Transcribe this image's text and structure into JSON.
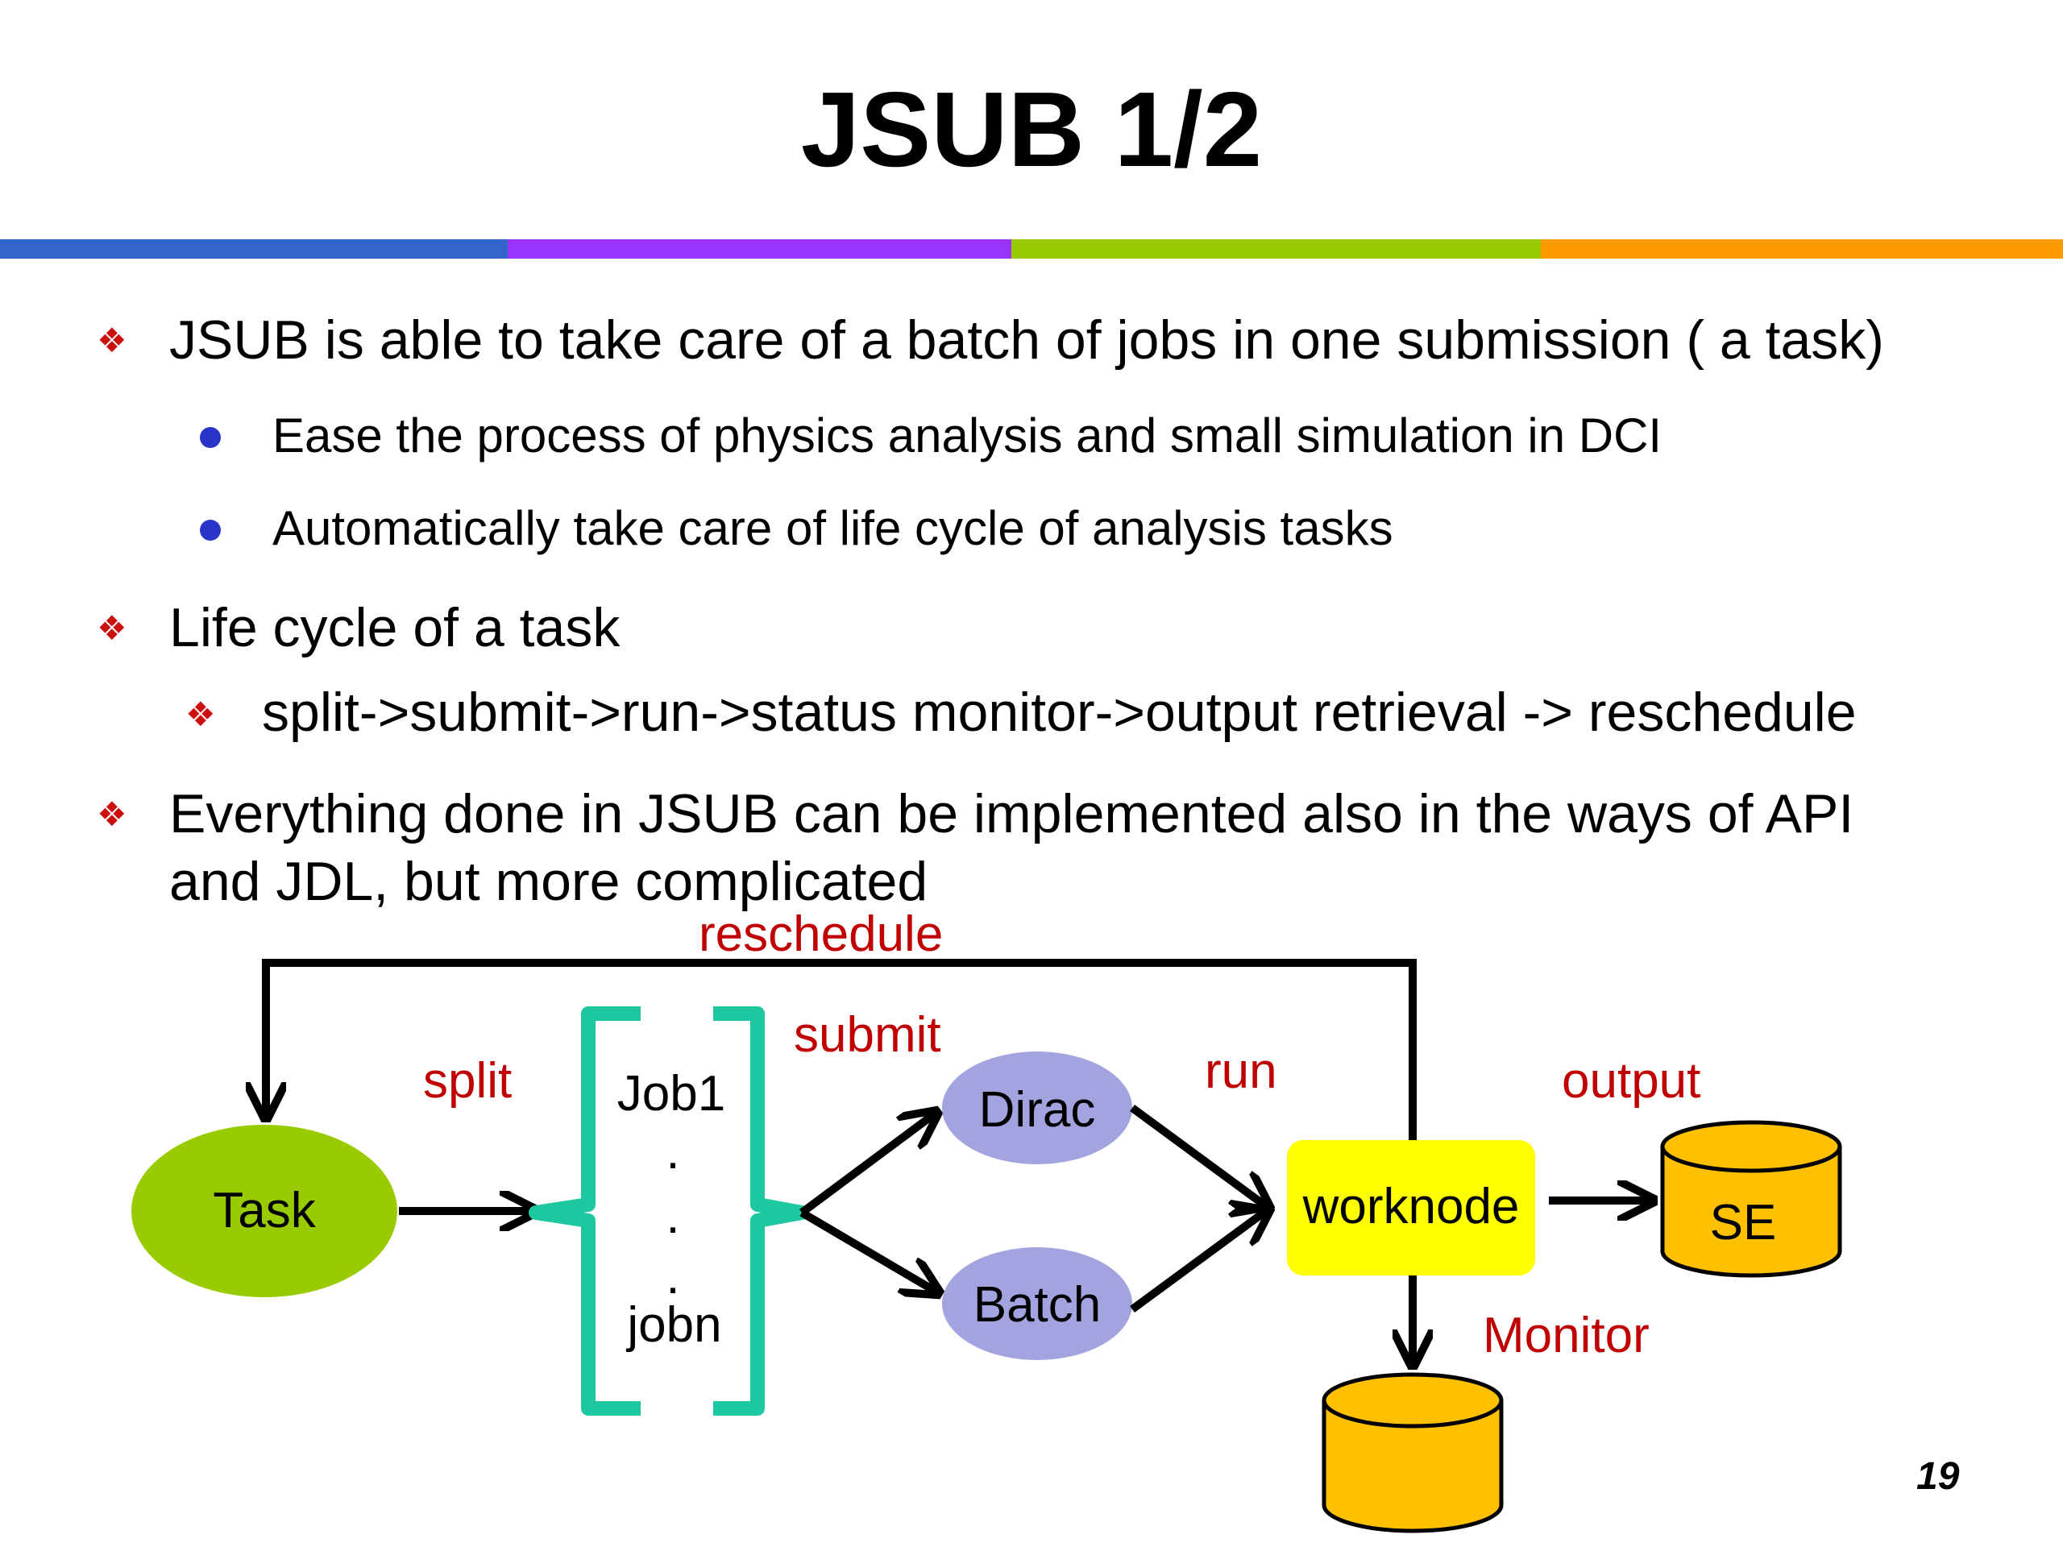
{
  "slide": {
    "title": "JSUB 1/2",
    "page_number": "19",
    "stripe_colors": [
      "#3366cc",
      "#9933ff",
      "#99cc00",
      "#ff9900"
    ]
  },
  "bullets": [
    {
      "level": 1,
      "marker": "diamond",
      "text": "JSUB is able to take care of a batch of jobs in one submission ( a task)"
    },
    {
      "level": 2,
      "marker": "dot",
      "text": "Ease the process of physics analysis and small simulation in DCI"
    },
    {
      "level": 2,
      "marker": "dot",
      "text": "Automatically take care of life cycle of analysis tasks"
    },
    {
      "level": 1,
      "marker": "diamond",
      "text": "Life cycle of  a task"
    },
    {
      "level": 2,
      "marker": "diamond",
      "text": "split->submit->run->status monitor->output retrieval -> reschedule"
    },
    {
      "level": 1,
      "marker": "diamond",
      "text": "Everything done in JSUB can be implemented also in the ways of API",
      "text_line2": "and JDL, but more complicated"
    }
  ],
  "diagram": {
    "nodes": {
      "task": "Task",
      "job_first": "Job1",
      "job_last": "jobn",
      "ellipsis": ".",
      "dirac": "Dirac",
      "batch": "Batch",
      "worknode": "worknode",
      "se": "SE"
    },
    "edge_labels": {
      "reschedule": "reschedule",
      "split": "split",
      "submit": "submit",
      "run": "run",
      "output": "output",
      "monitor": "Monitor"
    },
    "colors": {
      "task_fill": "#99cc00",
      "job_bracket": "#1dc8a0",
      "backend_fill": "#a3a3e0",
      "worknode_fill": "#ffff00",
      "storage_fill": "#ffc000",
      "label_red": "#c00000"
    }
  }
}
